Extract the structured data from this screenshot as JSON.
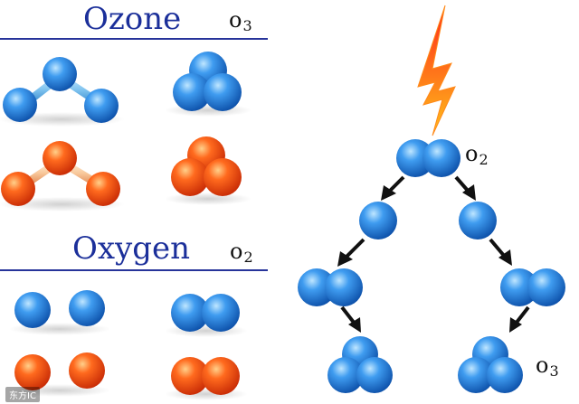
{
  "sections": {
    "ozone": {
      "heading": "Ozone",
      "formula_element": "o",
      "formula_count": "3"
    },
    "oxygen": {
      "heading": "Oxygen",
      "formula_element": "o",
      "formula_count": "2"
    }
  },
  "reaction": {
    "top_label_element": "o",
    "top_label_count": "2",
    "bottom_label_element": "o",
    "bottom_label_count": "3"
  },
  "watermark": "东方IC",
  "colors": {
    "heading": "#1b2f9a",
    "rule": "#27349a",
    "blue_atom": "#1d74d1",
    "red_atom": "#ee4a10",
    "lightning": "#f0552a",
    "arrow": "#111111"
  }
}
